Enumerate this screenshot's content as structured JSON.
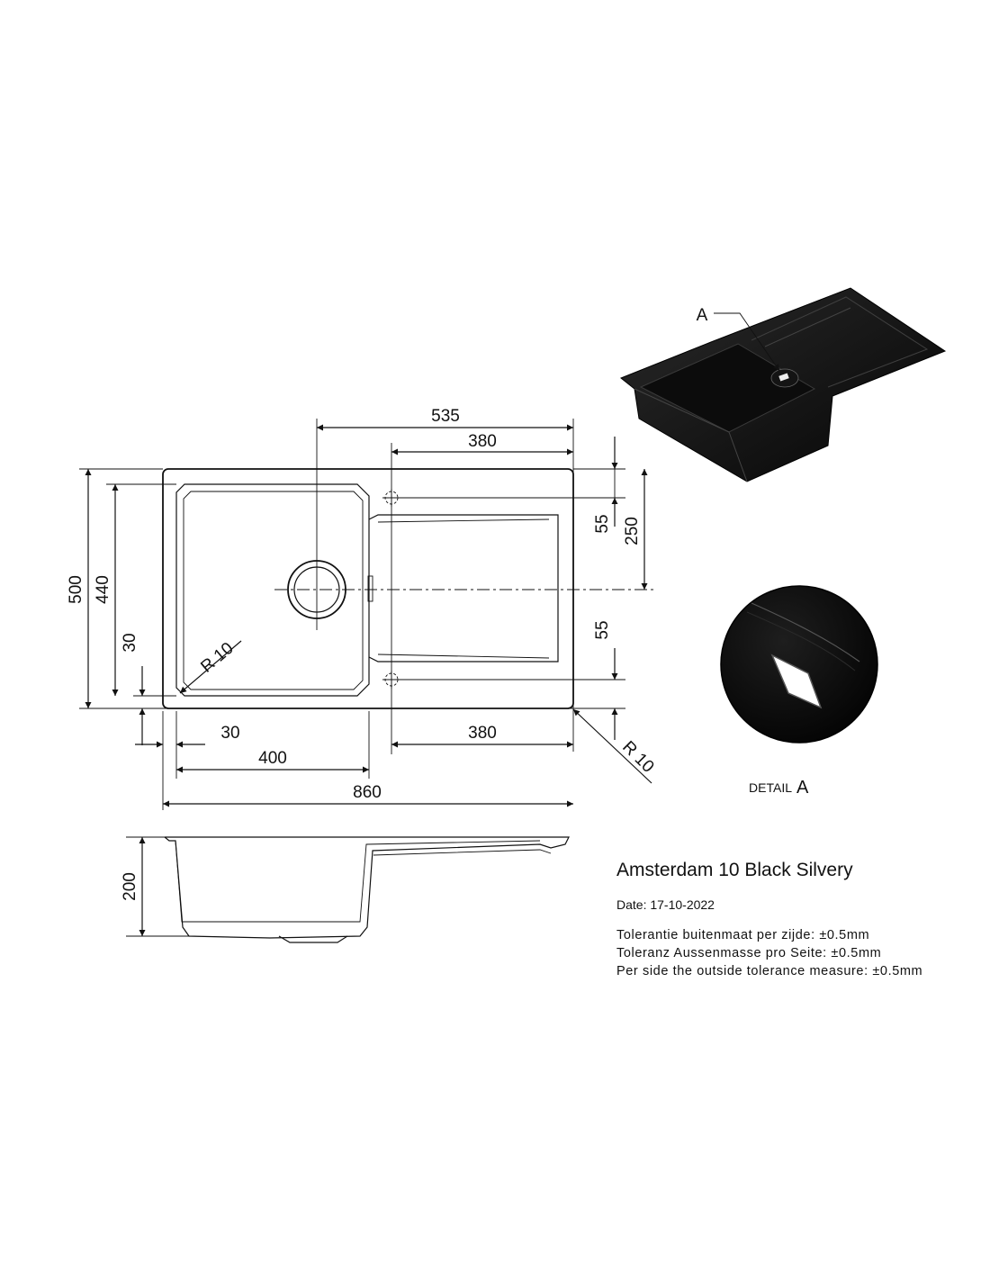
{
  "product": {
    "title": "Amsterdam 10 Black Silvery",
    "date": "Date: 17-10-2022",
    "tolerances": [
      "Tolerantie buitenmaat per zijde: ±0.5mm",
      "Toleranz Aussenmasse pro Seite: ±0.5mm",
      "Per side the outside tolerance measure: ±0.5mm"
    ]
  },
  "dimensions": {
    "top_535": "535",
    "top_380": "380",
    "right_55_top": "55",
    "right_250": "250",
    "right_55_bottom": "55",
    "left_500": "500",
    "left_440": "440",
    "left_30": "30",
    "radius_inner": "R 10",
    "bottom_30": "30",
    "bottom_400": "400",
    "bottom_380": "380",
    "bottom_860": "860",
    "radius_outer": "R 10",
    "side_200": "200"
  },
  "detail": {
    "callout_letter": "A",
    "label_prefix": "DETAIL",
    "label_letter": "A"
  }
}
